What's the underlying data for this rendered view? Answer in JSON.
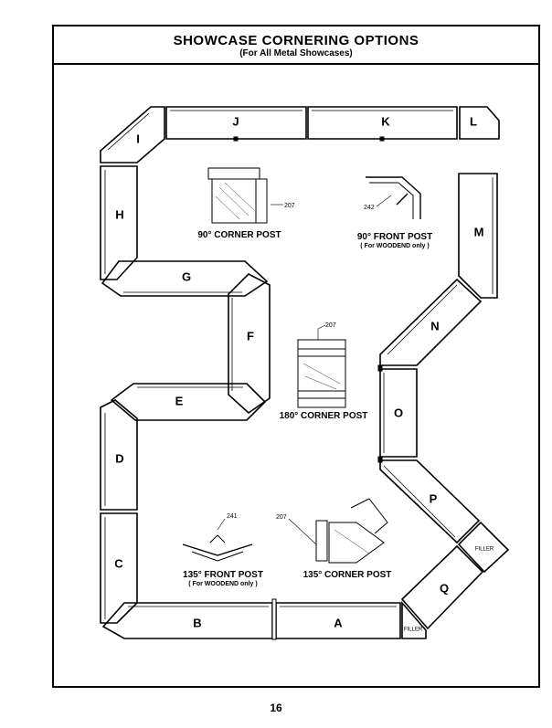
{
  "header": {
    "title": "SHOWCASE CORNERING OPTIONS",
    "subtitle": "(For All Metal Showcases)"
  },
  "sections": {
    "A": "A",
    "B": "B",
    "C": "C",
    "D": "D",
    "E": "E",
    "F": "F",
    "G": "G",
    "H": "H",
    "I": "I",
    "J": "J",
    "K": "K",
    "L": "L",
    "M": "M",
    "N": "N",
    "O": "O",
    "P": "P",
    "Q": "Q"
  },
  "fillers": {
    "upper": "FILLER",
    "lower": "FILLER"
  },
  "details": {
    "corner_90": {
      "caption": "90° CORNER POST",
      "part": "207"
    },
    "front_90": {
      "caption": "90° FRONT POST",
      "note": "( For WOODEND only )",
      "part": "242"
    },
    "corner_180": {
      "caption": "180° CORNER POST",
      "part": "207"
    },
    "front_135": {
      "caption": "135° FRONT POST",
      "note": "( For WOODEND only )",
      "part": "241"
    },
    "corner_135": {
      "caption": "135° CORNER POST",
      "part": "207"
    }
  },
  "page_number": "16"
}
